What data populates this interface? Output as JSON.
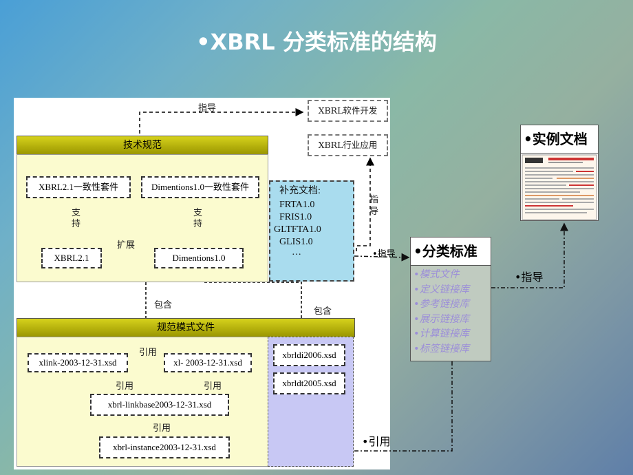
{
  "title": "XBRL 分类标准的结构",
  "diagram": {
    "guide_top": "指导",
    "software_dev": "XBRL软件开发",
    "industry_app": "XBRL行业应用",
    "tech_spec": "技术规范",
    "conformance_21": "XBRL2.1一致性套件",
    "conformance_dim": "Dimentions1.0一致性套件",
    "support_left": "支持",
    "support_right": "支持",
    "extend": "扩展",
    "xbrl21": "XBRL2.1",
    "dim10": "Dimentions1.0",
    "supp_title": "补充文档:",
    "supp_items": [
      "FRTA1.0",
      "FRIS1.0",
      "GLTFTA1.0",
      "GLIS1.0",
      "…"
    ],
    "guide_vertical": "指导",
    "contains_left": "包含",
    "contains_right": "包含",
    "schema_files": "规范模式文件",
    "xlink": "xlink-2003-12-31.xsd",
    "xl": "xl- 2003-12-31.xsd",
    "ref1": "引用",
    "ref2": "引用",
    "ref3": "引用",
    "ref4": "引用",
    "linkbase": "xbrl-linkbase2003-12-31.xsd",
    "instance": "xbrl-instance2003-12-31.xsd",
    "xbrldi": "xbrldi2006.xsd",
    "xbrldt": "xbrldt2005.xsd"
  },
  "guide_mid": "指导",
  "guide_right": "指导",
  "ref_bottom": "引用",
  "classify": {
    "head": "分类标准",
    "items": [
      "模式文件",
      "定义链接库",
      "参考链接库",
      "展示链接库",
      "计算链接库",
      "标签链接库"
    ]
  },
  "instance_doc": {
    "head": "实例文档"
  }
}
